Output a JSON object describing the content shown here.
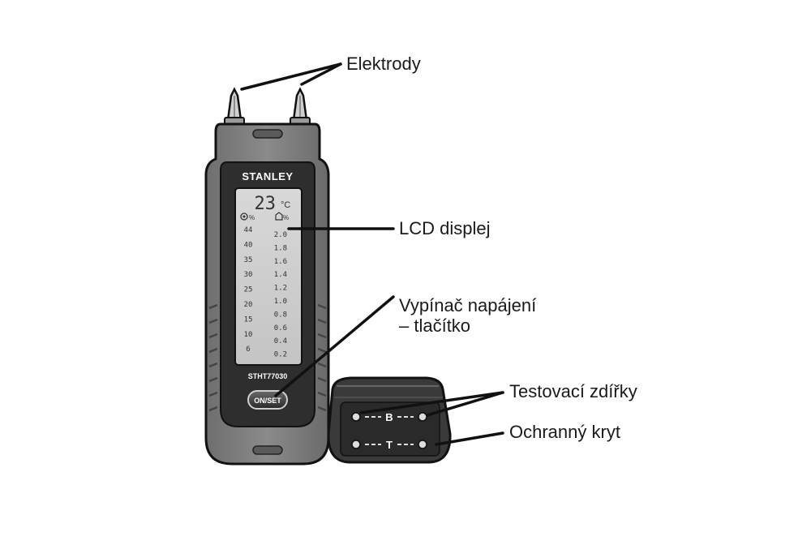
{
  "callouts": {
    "electrodes": "Elektrody",
    "lcd": "LCD displej",
    "power_line1": "Vypínač napájení",
    "power_line2": "– tlačítko",
    "test_sockets": "Testovací zdířky",
    "cover": "Ochranný kryt"
  },
  "device": {
    "brand": "STANLEY",
    "model": "STHT77030",
    "button_label": "ON/SET",
    "temperature": "23",
    "temp_unit": "°C",
    "wood_scale_unit": "%",
    "building_scale_unit": "%",
    "wood_scale": [
      "44",
      "40",
      "35",
      "30",
      "25",
      "20",
      "15",
      "10",
      "6"
    ],
    "building_scale": [
      "2.0",
      "1.8",
      "1.6",
      "1.4",
      "1.2",
      "1.0",
      "0.8",
      "0.6",
      "0.4",
      "0.2"
    ]
  },
  "cap": {
    "socket_b": "B",
    "socket_t": "T"
  }
}
